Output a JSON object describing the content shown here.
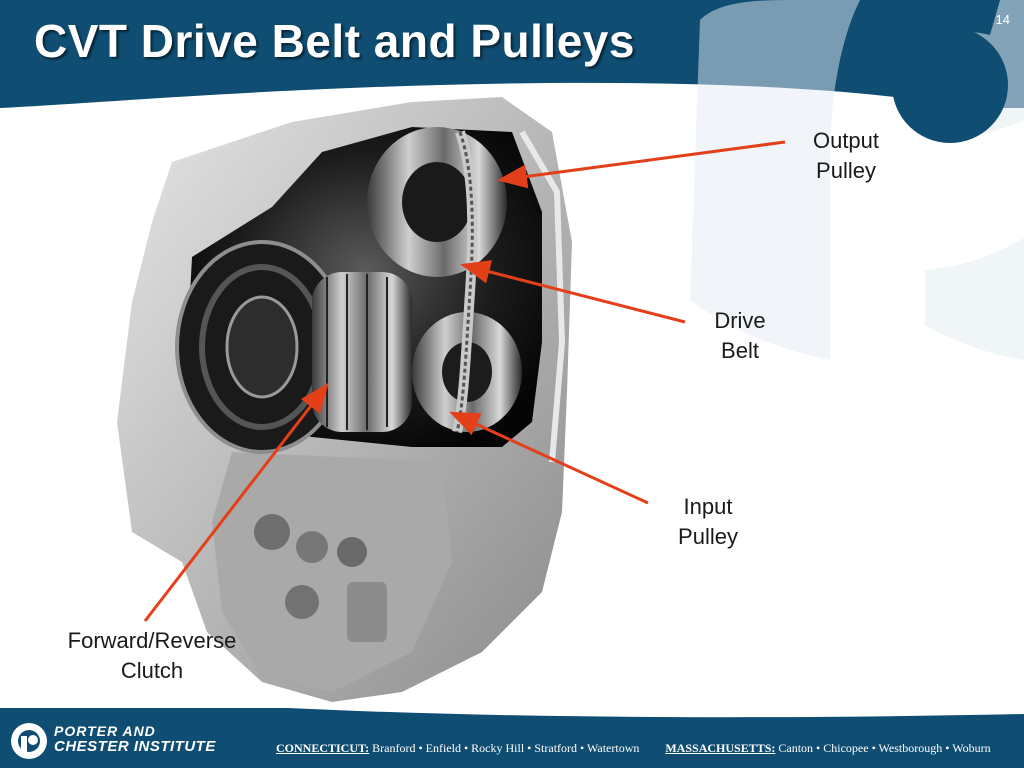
{
  "slide": {
    "title": "CVT Drive Belt and Pulleys",
    "number": "14"
  },
  "colors": {
    "header_blue": "#0f4d72",
    "watermark_blue": "#e3ecf3",
    "arrow_red": "#e3401a",
    "footer_blue": "#0f4d72"
  },
  "callouts": {
    "output_pulley": [
      "Output",
      "Pulley"
    ],
    "drive_belt": [
      "Drive",
      "Belt"
    ],
    "input_pulley": [
      "Input",
      "Pulley"
    ],
    "forward_reverse_clutch": [
      "Forward/Reverse",
      "Clutch"
    ]
  },
  "photo": {
    "subject": "CVT transmission cutaway"
  },
  "footer": {
    "logo_icon": "porter-chester-logo-icon",
    "brand_line1": "PORTER AND",
    "brand_line2": "CHESTER INSTITUTE",
    "ct_label": "CONNECTICUT:",
    "ct_locations": "Branford • Enfield • Rocky Hill • Stratford • Watertown",
    "ma_label": "MASSACHUSETTS:",
    "ma_locations": "Canton • Chicopee • Westborough • Woburn"
  }
}
